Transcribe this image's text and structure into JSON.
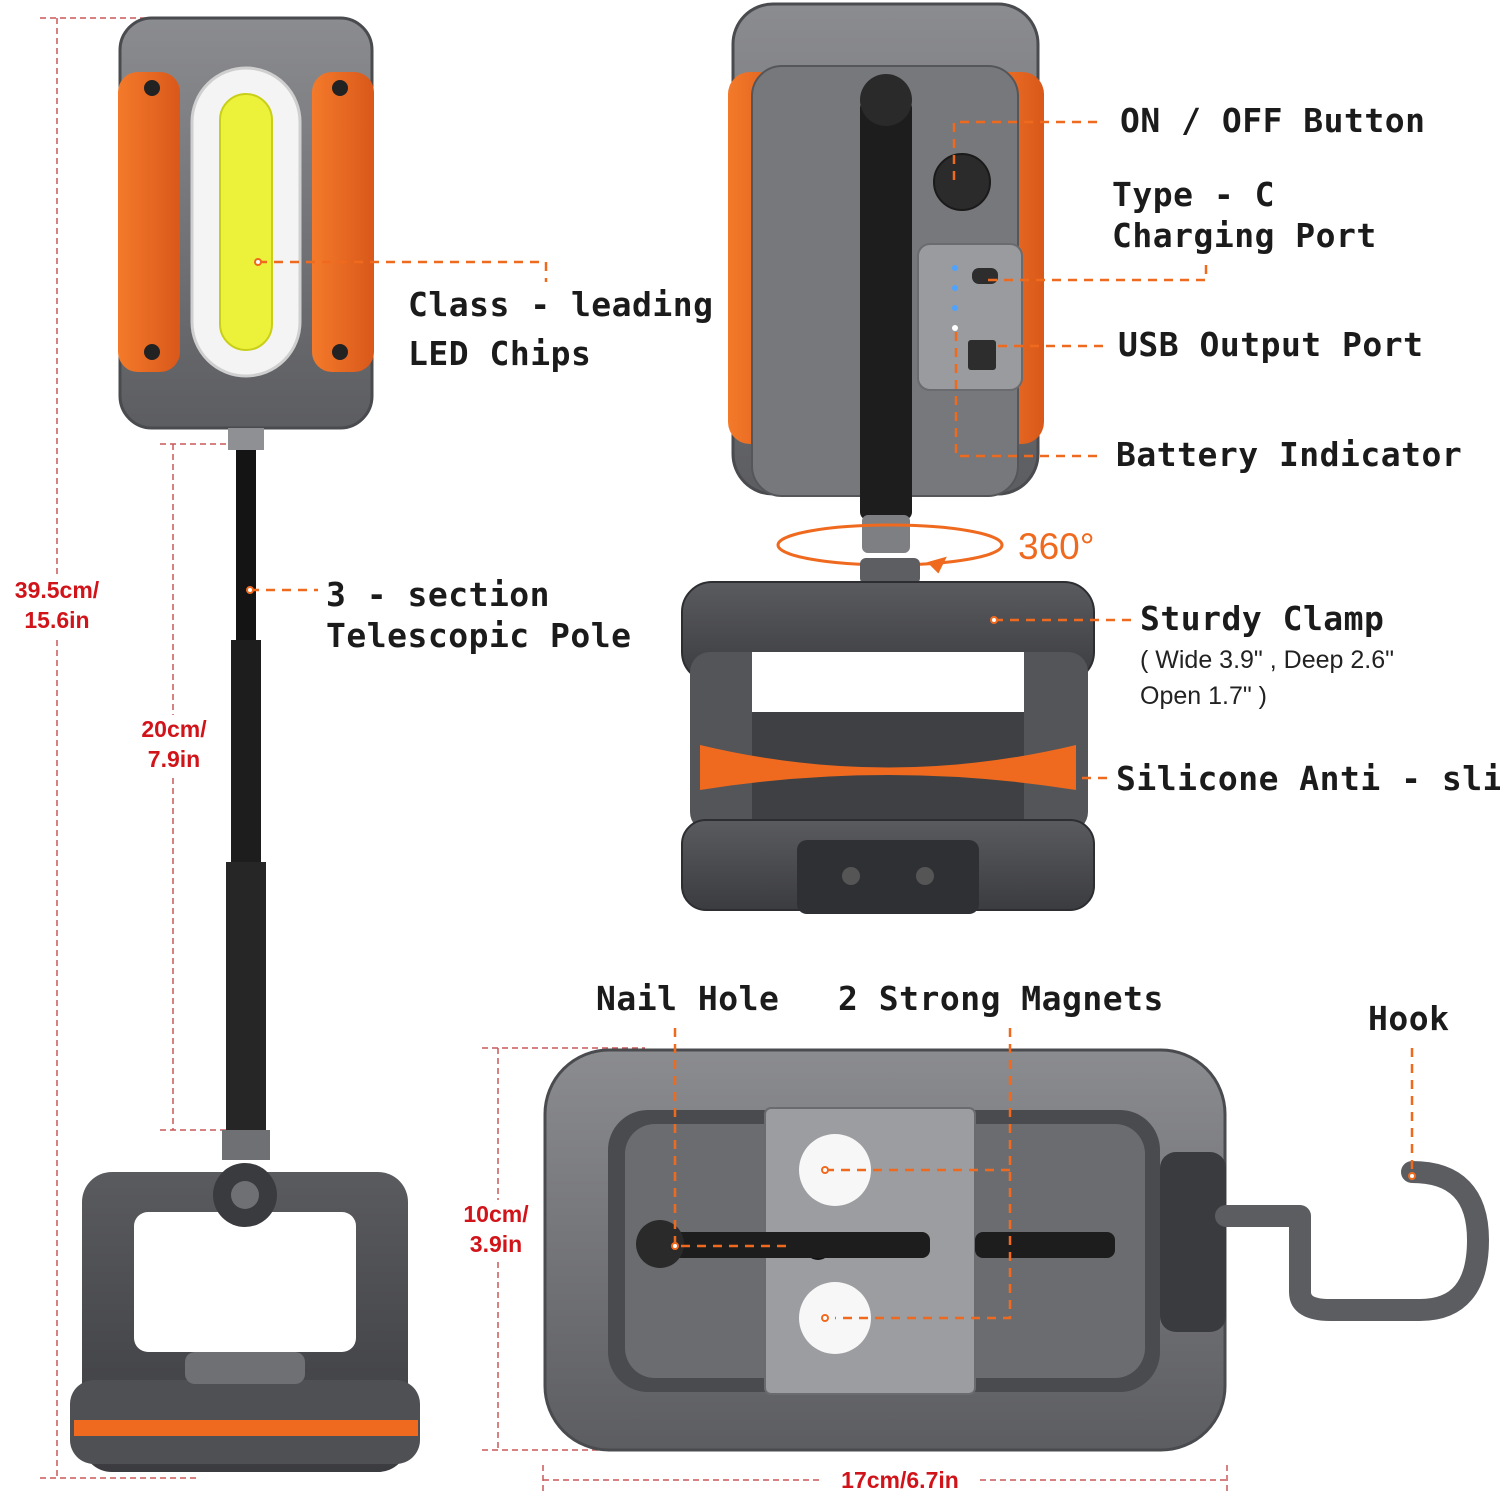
{
  "callouts": {
    "led_chips": [
      "Class - leading",
      "LED Chips"
    ],
    "pole": [
      "3 - section",
      "Telescopic Pole"
    ],
    "on_off": "ON / OFF Button",
    "type_c": [
      "Type - C",
      "Charging Port"
    ],
    "usb_output": "USB Output Port",
    "battery": "Battery Indicator",
    "rotation": "360°",
    "clamp": "Sturdy Clamp",
    "clamp_specs": [
      "( Wide 3.9\" , Deep 2.6\"",
      "Open 1.7\" )"
    ],
    "silicone": "Silicone Anti - slip",
    "nail_hole": "Nail Hole",
    "magnets": "2 Strong Magnets",
    "hook": "Hook"
  },
  "dimensions": {
    "total_height": [
      "39.5cm/",
      "15.6in"
    ],
    "pole_length": [
      "20cm/",
      "7.9in"
    ],
    "base_height": [
      "10cm/",
      "3.9in"
    ],
    "base_width": "17cm/6.7in"
  },
  "colors": {
    "accent_orange": "#ef6a1f",
    "body_gray": "#6b6c70",
    "dimension_red": "#d0141a",
    "led_yellow": "#ecf23a"
  }
}
